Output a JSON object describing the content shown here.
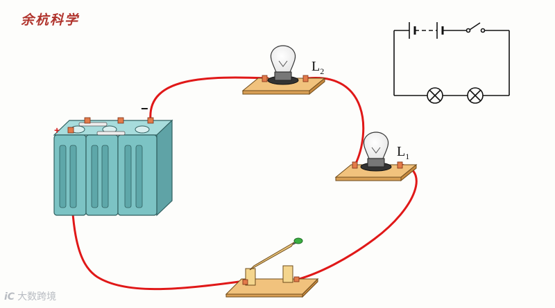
{
  "brand": {
    "text": "余杭科学",
    "color": "#b0332c"
  },
  "labels": {
    "lamp2": {
      "main": "L",
      "sub": "2"
    },
    "lamp1": {
      "main": "L",
      "sub": "1"
    }
  },
  "battery": {
    "positive": "+",
    "negative": "−",
    "positive_color": "#d62020",
    "negative_color": "#111111"
  },
  "watermark": {
    "logo": "iC",
    "text": "大数跨境"
  },
  "colors": {
    "wire": "#e01818",
    "base": "#f1c27d",
    "battery": "#78c3c3",
    "schematic": "#111111"
  },
  "icons": [
    "bulb-icon",
    "switch-icon",
    "battery-icon"
  ]
}
